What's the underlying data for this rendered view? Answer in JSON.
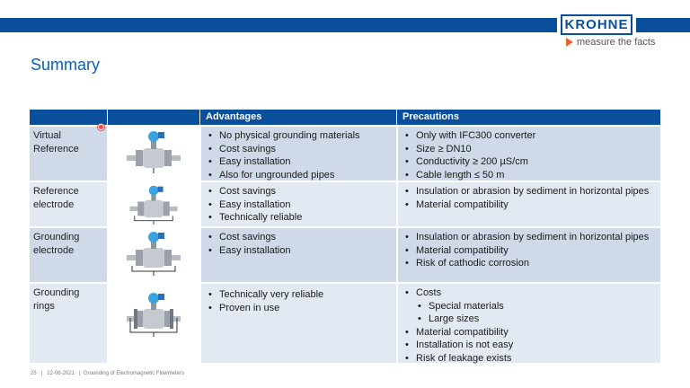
{
  "brand": {
    "logo_text": "KROHNE",
    "tagline": "measure the facts",
    "colors": {
      "primary": "#0a4f9c",
      "accent": "#e2692e",
      "row_dark": "#cfd9e8",
      "row_light": "#e3e9f2"
    }
  },
  "slide": {
    "title": "Summary"
  },
  "table": {
    "headers": {
      "col1": "",
      "col2": "",
      "advantages": "Advantages",
      "precautions": "Precautions"
    },
    "rows": [
      {
        "name": "Virtual Reference",
        "image_icon": "flowmeter-virtual-reference-icon",
        "advantages": [
          "No physical grounding materials",
          "Cost savings",
          "Easy installation",
          "Also for ungrounded pipes"
        ],
        "precautions": [
          "Only with IFC300 converter",
          "Size ≥ DN10",
          "Conductivity ≥ 200 µS/cm",
          "Cable length ≤ 50 m"
        ]
      },
      {
        "name": "Reference electrode",
        "image_icon": "flowmeter-reference-electrode-icon",
        "advantages": [
          "Cost savings",
          "Easy installation",
          "Technically reliable"
        ],
        "precautions": [
          "Insulation or abrasion by sediment in horizontal pipes",
          "Material compatibility"
        ]
      },
      {
        "name": "Grounding electrode",
        "image_icon": "flowmeter-grounding-electrode-icon",
        "advantages": [
          "Cost savings",
          "Easy installation"
        ],
        "precautions": [
          "Insulation or abrasion by sediment in horizontal pipes",
          "Material compatibility",
          "Risk of cathodic corrosion"
        ]
      },
      {
        "name": "Grounding rings",
        "image_icon": "flowmeter-grounding-rings-icon",
        "advantages": [
          "Technically very reliable",
          "Proven in use"
        ],
        "precautions_top": [
          "Costs"
        ],
        "precautions_sub": [
          "Special materials",
          "Large sizes"
        ],
        "precautions_rest": [
          "Material compatibility",
          "Installation is not easy",
          "Risk of leakage exists"
        ]
      }
    ]
  },
  "footer": {
    "page": "25",
    "sep1": "|",
    "date": "22-06-2021",
    "sep2": "|",
    "doc": "Grounding of Electromagnetic Flowmeters"
  }
}
